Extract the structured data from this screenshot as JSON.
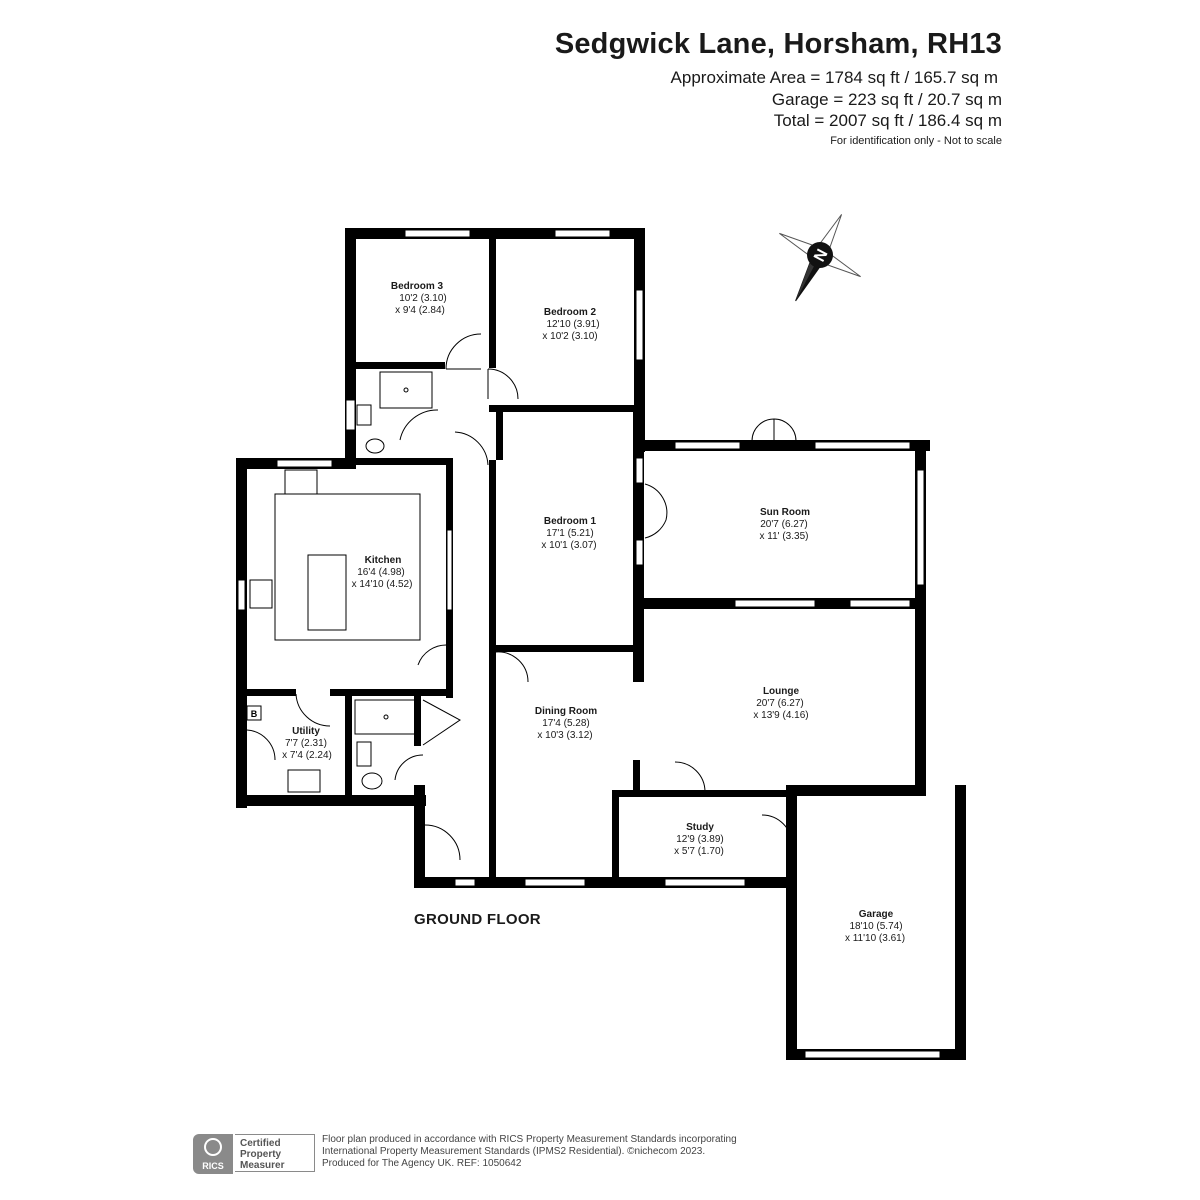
{
  "header": {
    "title": "Sedgwick Lane, Horsham, RH13",
    "approx_area": "Approximate Area = 1784 sq ft / 165.7 sq m",
    "garage_area": "Garage = 223 sq ft / 20.7 sq m",
    "total_area": "Total = 2007 sq ft / 186.4 sq m",
    "note": "For identification only - Not to scale"
  },
  "compass": {
    "letter": "N"
  },
  "rooms": {
    "bedroom3": {
      "name": "Bedroom 3",
      "dim1": "10'2 (3.10)",
      "dim2": "x 9'4 (2.84)"
    },
    "bedroom2": {
      "name": "Bedroom 2",
      "dim1": "12'10 (3.91)",
      "dim2": "x 10'2 (3.10)"
    },
    "bedroom1": {
      "name": "Bedroom 1",
      "dim1": "17'1 (5.21)",
      "dim2": "x 10'1 (3.07)"
    },
    "sunroom": {
      "name": "Sun Room",
      "dim1": "20'7 (6.27)",
      "dim2": "x 11' (3.35)"
    },
    "kitchen": {
      "name": "Kitchen",
      "dim1": "16'4 (4.98)",
      "dim2": "x 14'10 (4.52)"
    },
    "lounge": {
      "name": "Lounge",
      "dim1": "20'7 (6.27)",
      "dim2": "x 13'9 (4.16)"
    },
    "dining": {
      "name": "Dining Room",
      "dim1": "17'4 (5.28)",
      "dim2": "x 10'3 (3.12)"
    },
    "utility": {
      "name": "Utility",
      "dim1": "7'7 (2.31)",
      "dim2": "x 7'4 (2.24)"
    },
    "study": {
      "name": "Study",
      "dim1": "12'9 (3.89)",
      "dim2": "x 5'7 (1.70)"
    },
    "garage": {
      "name": "Garage",
      "dim1": "18'10 (5.74)",
      "dim2": "x 11'10 (3.61)"
    }
  },
  "boiler_label": "B",
  "floor_label": "GROUND FLOOR",
  "badge": {
    "line1": "Certified",
    "line2": "Property",
    "line3": "Measurer",
    "logo_text": "RICS"
  },
  "footer": {
    "line1": "Floor plan produced in accordance with RICS Property Measurement Standards incorporating",
    "line2": "International Property Measurement Standards (IPMS2 Residential).  ©nichecom 2023.",
    "line3": "Produced for The Agency UK.  REF:  1050642"
  }
}
